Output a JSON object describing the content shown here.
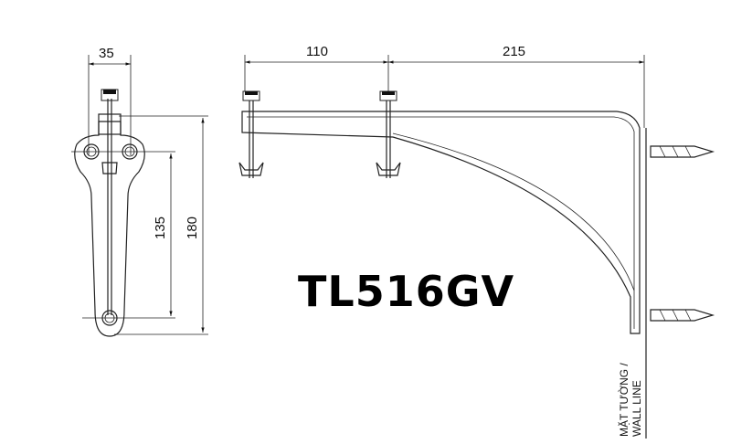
{
  "title": "TL516GV",
  "dimensions": {
    "width_front": "35",
    "height_total": "180",
    "hole_spacing": "135",
    "bolt_spacing": "110",
    "arm_length": "215"
  },
  "wall_label": {
    "line1": "MẶT TƯỜNG /",
    "line2": "WALL LINE"
  }
}
